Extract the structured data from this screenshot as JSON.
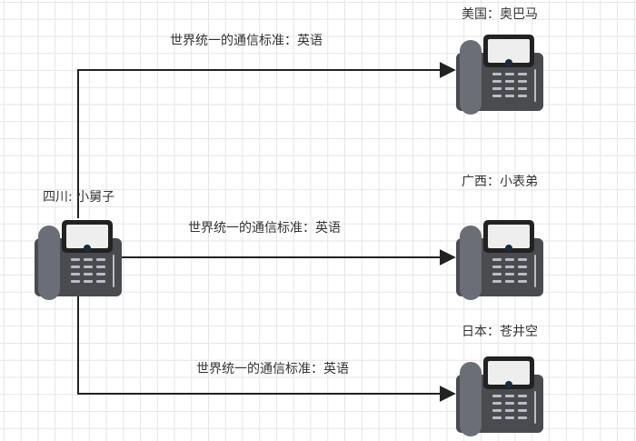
{
  "diagram": {
    "source": {
      "label": "四川: 小舅子",
      "icon": "telephone-icon"
    },
    "targets": [
      {
        "label": "美国：奥巴马",
        "icon": "telephone-icon"
      },
      {
        "label": "广西：小表弟",
        "icon": "telephone-icon"
      },
      {
        "label": "日本：苍井空",
        "icon": "telephone-icon"
      }
    ],
    "edges": [
      {
        "label": "世界统一的通信标准：英语"
      },
      {
        "label": "世界统一的通信标准：英语"
      },
      {
        "label": "世界统一的通信标准：英语"
      }
    ],
    "colors": {
      "line": "#222222",
      "phone_body": "#4a4b4f",
      "handset": "#6b6e75",
      "screen": "#eeeeee",
      "keys": "#b9bcc4"
    }
  }
}
